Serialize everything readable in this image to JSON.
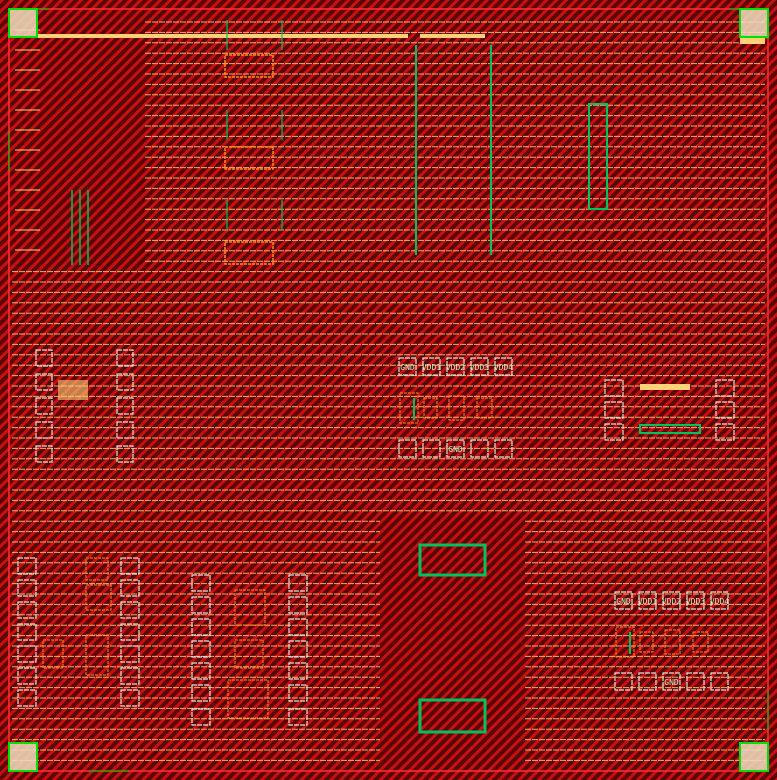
{
  "layout": {
    "pad_cluster_center": {
      "top_labels": [
        "GND",
        "VDD1",
        "VDD2",
        "VDD3",
        "VDD4"
      ],
      "bottom_labels": [
        "",
        "",
        "GND",
        "",
        ""
      ]
    },
    "pad_cluster_right": {
      "top_labels": [
        "GND",
        "VDD1",
        "VDD2",
        "VDD3",
        "VDD4"
      ],
      "bottom_labels": [
        "",
        "",
        "GND",
        "",
        ""
      ]
    }
  },
  "colors": {
    "substrate": "#5a0606",
    "hatch": "#d01010",
    "metal": "#ffd27a",
    "via": "#00c060",
    "pad": "#d8e8e0",
    "boundary": "#00e000",
    "poly": "#ff8c1a"
  }
}
